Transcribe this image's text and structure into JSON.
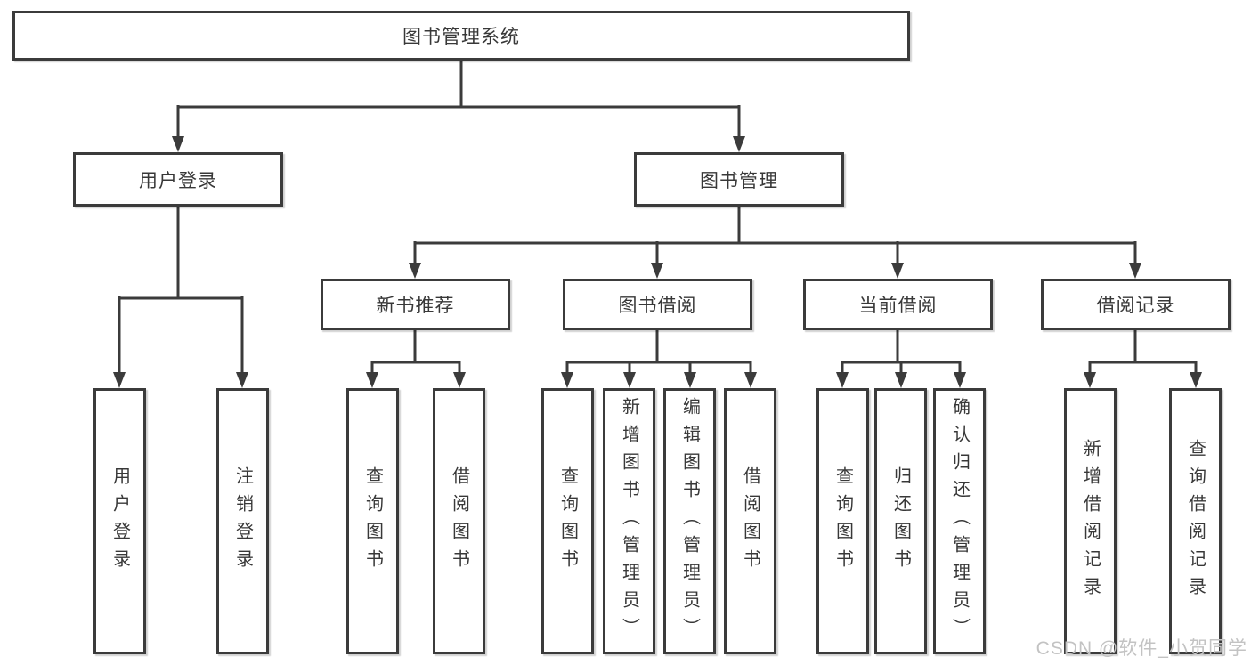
{
  "tree": {
    "root": "图书管理系统",
    "children": [
      {
        "label": "用户登录",
        "children": [
          {
            "label": "用户登录"
          },
          {
            "label": "注销登录"
          }
        ]
      },
      {
        "label": "图书管理",
        "children": [
          {
            "label": "新书推荐",
            "children": [
              {
                "label": "查询图书"
              },
              {
                "label": "借阅图书"
              }
            ]
          },
          {
            "label": "图书借阅",
            "children": [
              {
                "label": "查询图书"
              },
              {
                "label": "新增图书（管理员）"
              },
              {
                "label": "编辑图书（管理员）"
              },
              {
                "label": "借阅图书"
              }
            ]
          },
          {
            "label": "当前借阅",
            "children": [
              {
                "label": "查询图书"
              },
              {
                "label": "归还图书"
              },
              {
                "label": "确认归还（管理员）"
              }
            ]
          },
          {
            "label": "借阅记录",
            "children": [
              {
                "label": "新增借阅记录"
              },
              {
                "label": "查询借阅记录"
              }
            ]
          }
        ]
      }
    ]
  },
  "watermark": {
    "text": "CSDN @软件_小贺同学"
  },
  "colors": {
    "line": "#3b3b3b",
    "text": "#383838",
    "watermark": "#c3c3c3",
    "background": "#ffffff"
  }
}
